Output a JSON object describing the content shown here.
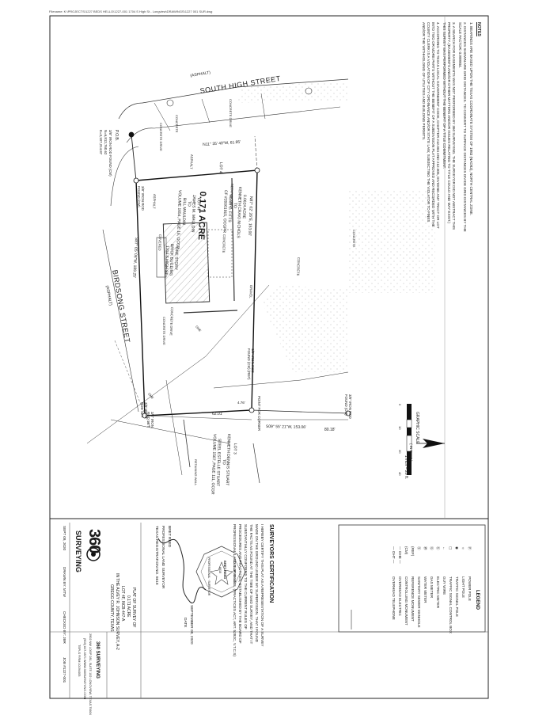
{
  "file_path": "Filename: K:\\PROJECTS\\1227 BEDS HELLO\\1227-001 1704 S High St - Longview\\DRAWINGS\\1227 001 SUR.dwg",
  "notes": {
    "heading": "NOTES",
    "items": [
      "1.  BEARINGS ARE BASED UPON THE TEXAS COORDINATE SYSTEM OF 1983 (NAD83), NORTH CENTRAL ZONE.",
      "2.  DISTANCES SHOWN ARE GRID DISTANCES. TO CONVERT TO SURFACE DISTANCES DIVIDE GRID DISTANCES BY THE",
      "     SCALE FACTOR: 0.999904.",
      "3.  A SEARCH FOR EASEMENTS WAS NOT PERFORMED BY 360 SURVEYING. THE SURVEYOR DID NOT ABSTRACT THIS",
      "     PROPERTY. (EASEMENTS AND/OR OTHER MATTERS AND/OR ISSUES RELATING TO TITLE COULD AND MAY EXIST.)",
      "     THIS SURVEY WAS PERFORMED WITHOUT THE BENEFIT OF A TITLE COMMITMENT.",
      "4.  ACCORDING TO TEXAS LOCAL GOVERNMENT CODE, CHAPTER 212.004 AND 212.005, DIVIDING ANY TRACT OR LOT",
      "     INTO TWO OR MORE PARTS WITHOUT THE BENEFIT OF A SUBDIVISION PLAT APPROVED AND RECORDED WITH THE",
      "     COUNTY CLERK IS A VIOLATION OF CITY ORDINANCE AND/OR STATE LAW, SUBJECTING THE VIOLATOR TO FINES",
      "     AND/OR THE WITHHOLDING OF UTILITIES AND BUILDING PERMITS."
    ]
  },
  "streets": {
    "south_high": "SOUTH HIGH STREET",
    "south_high_surface": "(ASPHALT)",
    "birdsong": "BIRDSONG STREET",
    "birdsong_surface": "(ASPHALT)"
  },
  "calls": {
    "north": "N11° 35' 40\"W, 61.95'",
    "northeast": "N87° 02' 26\"E, 153.00'",
    "southeast": "S09° 55' 21\"W, 153.06'",
    "southwest": "S87° 05' 06\"W, 189.25'",
    "east_short": "4.76'",
    "tie_east": "80.18'",
    "tie_south": "62.01'"
  },
  "monuments": {
    "nw_rod": "3/8\" IRON ROD FOUND (CM)",
    "ne_rod": "1/2\" IRON ROD FOUND (CM) (REF)",
    "se_rod": "3/8\" IRON ROD SET",
    "sw_rod": "3/8\" IRON ROD SET",
    "pob": "P.O.B.",
    "pob_rod": "3/8\" IRON ROD FOUND (CM)",
    "pob_n": "N=6,812,760.62",
    "pob_e": "E=3,107,214.87",
    "far_rod": "3/8\" IRON ROD FOUND (CM)",
    "point_corner": "POINT FOR CORNER"
  },
  "subject": {
    "acreage": "0.171 ACRE",
    "lot": "LOT 4F",
    "owner": "JAMES M. MAULDIN",
    "to": "TO",
    "grantee": "BILL MAULDIN",
    "recording": "VOLUME 1654, PAGE 16, OCGR",
    "building_1": "ONE STORY",
    "building_2": "BRICK BUILDING",
    "address": "1704 S HIGH ST",
    "covered": "COVERED",
    "concrete": "CONCRETE",
    "asphalt": "ASPHALT",
    "retaining_wall": "RETAINING WALL",
    "concrete_drive": "CONCRETE DRIVE"
  },
  "north_lot": {
    "acreage": "0.0624 ACRE",
    "owner": "KENNETH CRAIG NICHOLS",
    "to": "TO",
    "grantee": "ALAN C. FITTS",
    "recording": "CF #20061915, OCGPR",
    "lot": "LOT 4",
    "asphalt": "ASPHALT",
    "gravel": "GRAVEL",
    "concrete": "CONCRETE"
  },
  "east_lot": {
    "lot": "LOT 3",
    "owner_1": "KENNETH DENNIS STUART",
    "to": "TO",
    "owner_2": "STEEL ESTELLE STUART",
    "recording": "VOLUME 1587, PAGE 111, OCGR"
  },
  "scale": {
    "title": "GRAPHIC SCALE",
    "unit": "( IN FEET )",
    "ratio": "1 inch = 20 ft.",
    "ticks": [
      "0",
      "10",
      "20",
      "40"
    ]
  },
  "legend": {
    "heading": "LEGEND",
    "items": [
      "POWER POLE",
      "LIGHT POLE",
      "TRAFFIC SIGNAL POLE",
      "TRAFFIC SIGNAL CONTROL BOX",
      "GUY WIRE",
      "ELECTRIC METER",
      "GAS METER",
      "WATER METER",
      "SANITARY SEWER MANHOLE",
      "REFERENCE MONUMENT",
      "CONTROLLING MONUMENT",
      "OVERHEAD ELECTRIC",
      "OVERHEAD TELEPHONE"
    ],
    "symbols": [
      "ⓟ",
      "☼",
      "◉",
      "▢",
      "←",
      "Ⓔ",
      "Ⓖ",
      "Ⓦ",
      "Ⓢ",
      "(REF)",
      "(CM)",
      "— OHE —",
      "— OHT —"
    ]
  },
  "certification": {
    "heading": "SURVEYORS CERTIFICATION",
    "lines": [
      "I HEREBY CERTIFY THIS PLAT AS A REPRESENTATION OF A SURVEY",
      "MADE ON THE GROUND UNDER MY SUPERVISION. THAT I FOUND",
      "THE FACTS AS FOUND AT THE TIME OF SAID SURVEY, AND THAT IT",
      "SUBSTANTIALLY CONFORMS TO THE CURRENT RULES OF",
      "PROCEDURES AND PRACTICES, ESTABLISHED BY THE BOARD OF",
      "PROFESSIONAL LAND SURVEYING. (PRACTICES ACT, ART. 5282C, V.T.C.S)"
    ],
    "signed_date": "SEPTEMBER 09, 2020",
    "date_label": "DATE",
    "signer": "BRET REED",
    "title": "PROFESSIONAL LAND SURVEYOR",
    "registration": "TEXAS REGISTRATION NO. 6618",
    "seal_state": "STATE OF TEXAS",
    "seal_name": "BRET REED",
    "seal_no": "6618",
    "seal_sub": "PROFESSIONAL · SURVEYOR"
  },
  "title_block": {
    "plat_of": "PLAT OF SURVEY OF",
    "acreage": "0.171 ACRE",
    "lot": "LOT 4F, NCB 447-A",
    "survey": "IN THE ALVEY R. JOHNSON SURVEY, A-2",
    "county": "GREGG COUNTY, TEXAS",
    "company": "360 SURVEYING",
    "address": "2902 NW LOOP 281, SUITE 102  LONGVIEW, TEXAS 75604",
    "phone": "(903) 647-3571  WWW.360SURVEYING.COM",
    "firm": "TBPLS FIRM 10194405",
    "date": "SEPT 09, 2020",
    "drawn": "DRAWN BY: MTW",
    "checked": "CHECKED BY: JBR",
    "job": "JOB #1227-001",
    "logo_num": "360",
    "logo_word": "SURVEYING"
  },
  "labels": {
    "concrete": "CONCRETE",
    "concrete_drive": "CONCRETE DRIVE",
    "retaining_wall": "RETAINING WALL",
    "concrete_walk": "CONCRETE WALK",
    "ohe": "OHE"
  }
}
